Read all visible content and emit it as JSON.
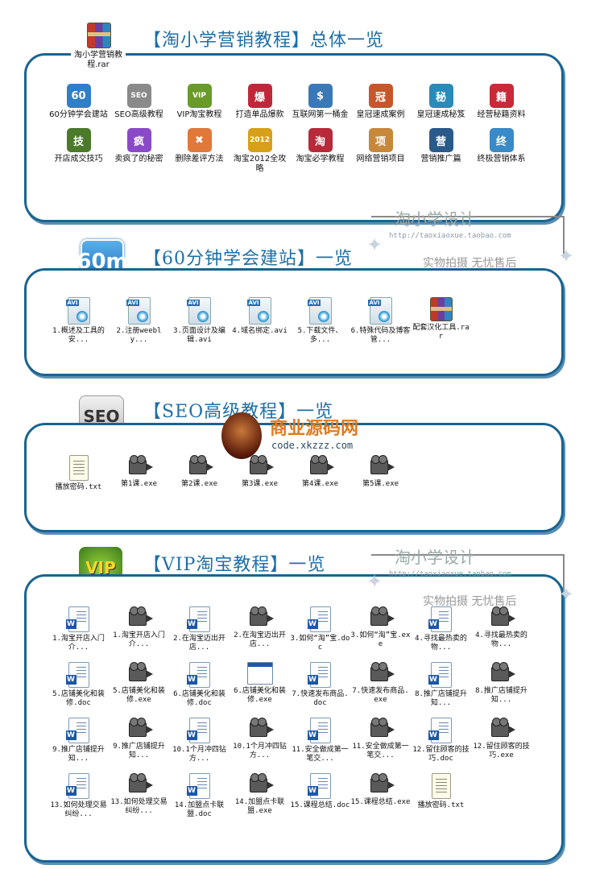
{
  "overview": {
    "title": "【淘小学营销教程】总体一览",
    "archive_label": "淘小学营销教程.rar",
    "items": [
      {
        "label": "60分钟学会建站",
        "icon": "60m-icon",
        "color": "#2f7fc8",
        "glyph": "60"
      },
      {
        "label": "SEO高级教程",
        "icon": "seo-icon",
        "color": "#8a8a8a",
        "glyph": "SEO"
      },
      {
        "label": "VIP淘宝教程",
        "icon": "vip-icon",
        "color": "#6a9a2a",
        "glyph": "VIP"
      },
      {
        "label": "打造单品爆款",
        "icon": "explode-icon",
        "color": "#c0283a",
        "glyph": "爆"
      },
      {
        "label": "互联网第一桶金",
        "icon": "gold-bucket-icon",
        "color": "#3a78b8",
        "glyph": "$"
      },
      {
        "label": "皇冠速成案例",
        "icon": "crown-case-icon",
        "color": "#c8562a",
        "glyph": "冠"
      },
      {
        "label": "皇冠速成秘笈",
        "icon": "crown-secret-icon",
        "color": "#2a8ab8",
        "glyph": "秘"
      },
      {
        "label": "经营秘籍资料",
        "icon": "book-icon",
        "color": "#c82a3a",
        "glyph": "籍"
      },
      {
        "label": "开店成交技巧",
        "icon": "skill-icon",
        "color": "#4a7a2a",
        "glyph": "技"
      },
      {
        "label": "卖疯了的秘密",
        "icon": "crazy-icon",
        "color": "#8a4ac8",
        "glyph": "疯"
      },
      {
        "label": "删除差评方法",
        "icon": "delete-review-icon",
        "color": "#e0783a",
        "glyph": "✖"
      },
      {
        "label": "淘宝2012全攻略",
        "icon": "taobao-2012-icon",
        "color": "#d8a01a",
        "glyph": "2012"
      },
      {
        "label": "淘宝必学教程",
        "icon": "taobao-must-icon",
        "color": "#b82a3a",
        "glyph": "淘"
      },
      {
        "label": "网络营销项目",
        "icon": "project-icon",
        "color": "#c8883a",
        "glyph": "项"
      },
      {
        "label": "营销推广篇",
        "icon": "promote-icon",
        "color": "#2a5a8a",
        "glyph": "营"
      },
      {
        "label": "终极营销体系",
        "icon": "ultimate-icon",
        "color": "#3a8ac8",
        "glyph": "终"
      }
    ]
  },
  "site": {
    "title": "【60分钟学会建站】一览",
    "logo_text": "60m",
    "items": [
      {
        "label": "1.概述及工具的安...",
        "type": "avi"
      },
      {
        "label": "2.注册weebly...",
        "type": "avi"
      },
      {
        "label": "3.页面设计及编辑.avi",
        "type": "avi"
      },
      {
        "label": "4.域名绑定.avi",
        "type": "avi"
      },
      {
        "label": "5.下载文件、多...",
        "type": "avi"
      },
      {
        "label": "6.特殊代码及博客管...",
        "type": "avi"
      },
      {
        "label": "配套汉化工具.rar",
        "type": "rar"
      }
    ]
  },
  "seo": {
    "title": "【SEO高级教程】一览",
    "logo_text": "SEO",
    "items": [
      {
        "label": "播放密码.txt",
        "type": "txt"
      },
      {
        "label": "第1课.exe",
        "type": "exe"
      },
      {
        "label": "第2课.exe",
        "type": "exe"
      },
      {
        "label": "第3课.exe",
        "type": "exe"
      },
      {
        "label": "第4课.exe",
        "type": "exe"
      },
      {
        "label": "第5课.exe",
        "type": "exe"
      }
    ]
  },
  "vip": {
    "title": "【VIP淘宝教程】一览",
    "logo_text": "VIP",
    "items": [
      {
        "label": "1.淘宝开店入门介...",
        "type": "doc"
      },
      {
        "label": "1.淘宝开店入门介...",
        "type": "exe"
      },
      {
        "label": "2.在淘宝迈出开店...",
        "type": "doc"
      },
      {
        "label": "2.在淘宝迈出开店...",
        "type": "exe"
      },
      {
        "label": "3.如何“淘”宝.doc",
        "type": "doc"
      },
      {
        "label": "3.如何“淘”宝.exe",
        "type": "exe"
      },
      {
        "label": "4.寻找最热卖的物...",
        "type": "doc"
      },
      {
        "label": "4.寻找最热卖的物...",
        "type": "exe"
      },
      {
        "label": "5.店铺美化和装修.doc",
        "type": "doc"
      },
      {
        "label": "5.店铺美化和装修.exe",
        "type": "exe"
      },
      {
        "label": "6.店铺美化和装修.doc",
        "type": "doc"
      },
      {
        "label": "6.店铺美化和装修.exe",
        "type": "blank"
      },
      {
        "label": "7.快速发布商品.doc",
        "type": "doc"
      },
      {
        "label": "7.快速发布商品.exe",
        "type": "exe"
      },
      {
        "label": "8.推广店铺提升知...",
        "type": "doc"
      },
      {
        "label": "8.推广店铺提升知...",
        "type": "exe"
      },
      {
        "label": "9.推广店铺提升知...",
        "type": "doc"
      },
      {
        "label": "9.推广店铺提升知...",
        "type": "exe"
      },
      {
        "label": "10.1个月冲四钻方...",
        "type": "doc"
      },
      {
        "label": "10.1个月冲四钻方...",
        "type": "exe"
      },
      {
        "label": "11.安全做成第一笔交...",
        "type": "doc"
      },
      {
        "label": "11.安全做成第一笔交...",
        "type": "exe"
      },
      {
        "label": "12.留住顾客的技巧.doc",
        "type": "doc"
      },
      {
        "label": "12.留住顾客的技巧.exe",
        "type": "exe"
      },
      {
        "label": "13.如何处理交易纠纷...",
        "type": "doc"
      },
      {
        "label": "13.如何处理交易纠纷...",
        "type": "exe"
      },
      {
        "label": "14.加盟点卡联盟.doc",
        "type": "doc"
      },
      {
        "label": "14.加盟点卡联盟.exe",
        "type": "exe"
      },
      {
        "label": "15.课程总结.doc",
        "type": "doc"
      },
      {
        "label": "15.课程总结.exe",
        "type": "exe"
      },
      {
        "label": "播放密码.txt",
        "type": "txt"
      }
    ]
  },
  "watermark": {
    "name": "淘小学设计",
    "url": "http://taoxiaoxue.taobao.com",
    "slogan": "实物拍摄 无忧售后"
  },
  "stamp": {
    "title": "商业源码网",
    "url": "code.xkzzz.com"
  }
}
